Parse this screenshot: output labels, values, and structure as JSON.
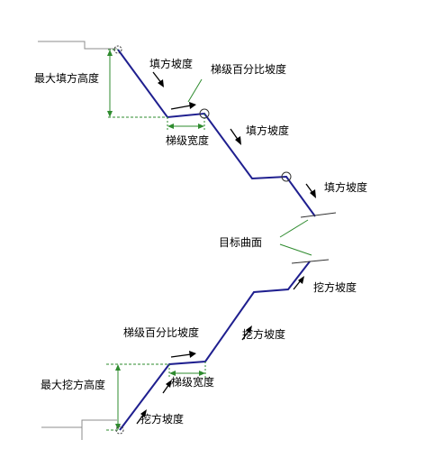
{
  "labels": {
    "max_fill_height": "最大填方高度",
    "fill_slope_1": "填方坡度",
    "bench_pct_slope_top": "梯级百分比坡度",
    "bench_width_top": "梯级宽度",
    "fill_slope_2": "填方坡度",
    "fill_slope_3": "填方坡度",
    "target_surface": "目标曲面",
    "cut_slope_top": "挖方坡度",
    "bench_pct_slope_bottom": "梯级百分比坡度",
    "cut_slope_mid": "挖方坡度",
    "max_cut_height": "最大挖方高度",
    "bench_width_bottom": "梯级宽度",
    "cut_slope_bottom": "挖方坡度"
  },
  "colors": {
    "profile": "#1f1f8f",
    "dimension": "#2e8b2e",
    "ground": "#8c8c8c",
    "marker": "#333333"
  }
}
